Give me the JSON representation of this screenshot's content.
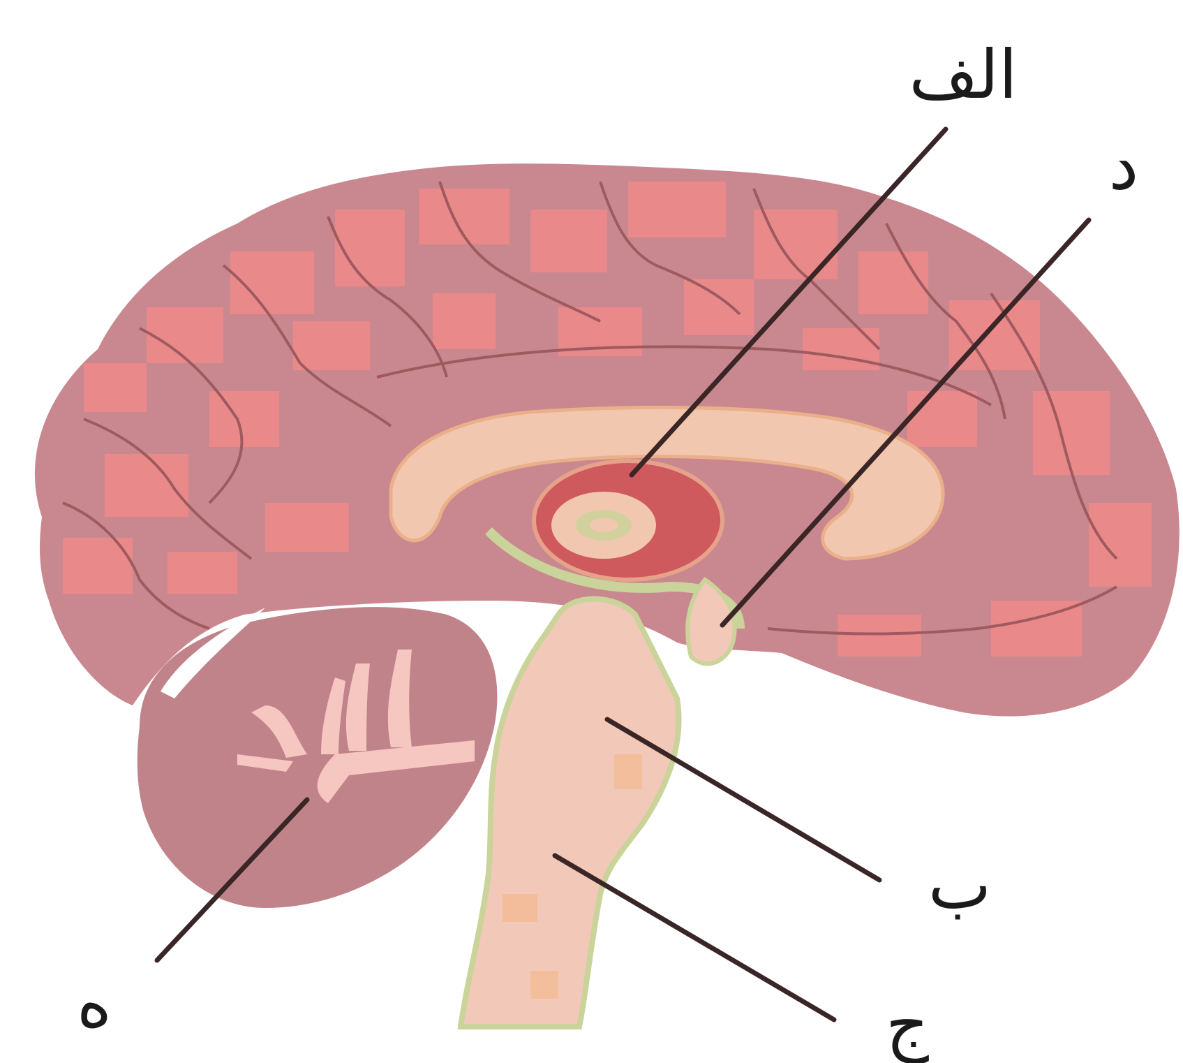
{
  "labels": {
    "a": "الف",
    "b": "ب",
    "c": "ج",
    "d": "د",
    "e": "ه"
  },
  "colors": {
    "cortex": "#c9888f",
    "cortex_light": "#f08a8a",
    "sulcus": "#9e5a5e",
    "corpus_callosum": "#f2c7b0",
    "thalamus": "#cf5a5e",
    "brainstem": "#f2c9b8",
    "cerebellum": "#c0838a",
    "arbor_vitae": "#f6c7c0",
    "ventricle_edge": "#c9d39a",
    "leader_line": "#3a2626"
  }
}
